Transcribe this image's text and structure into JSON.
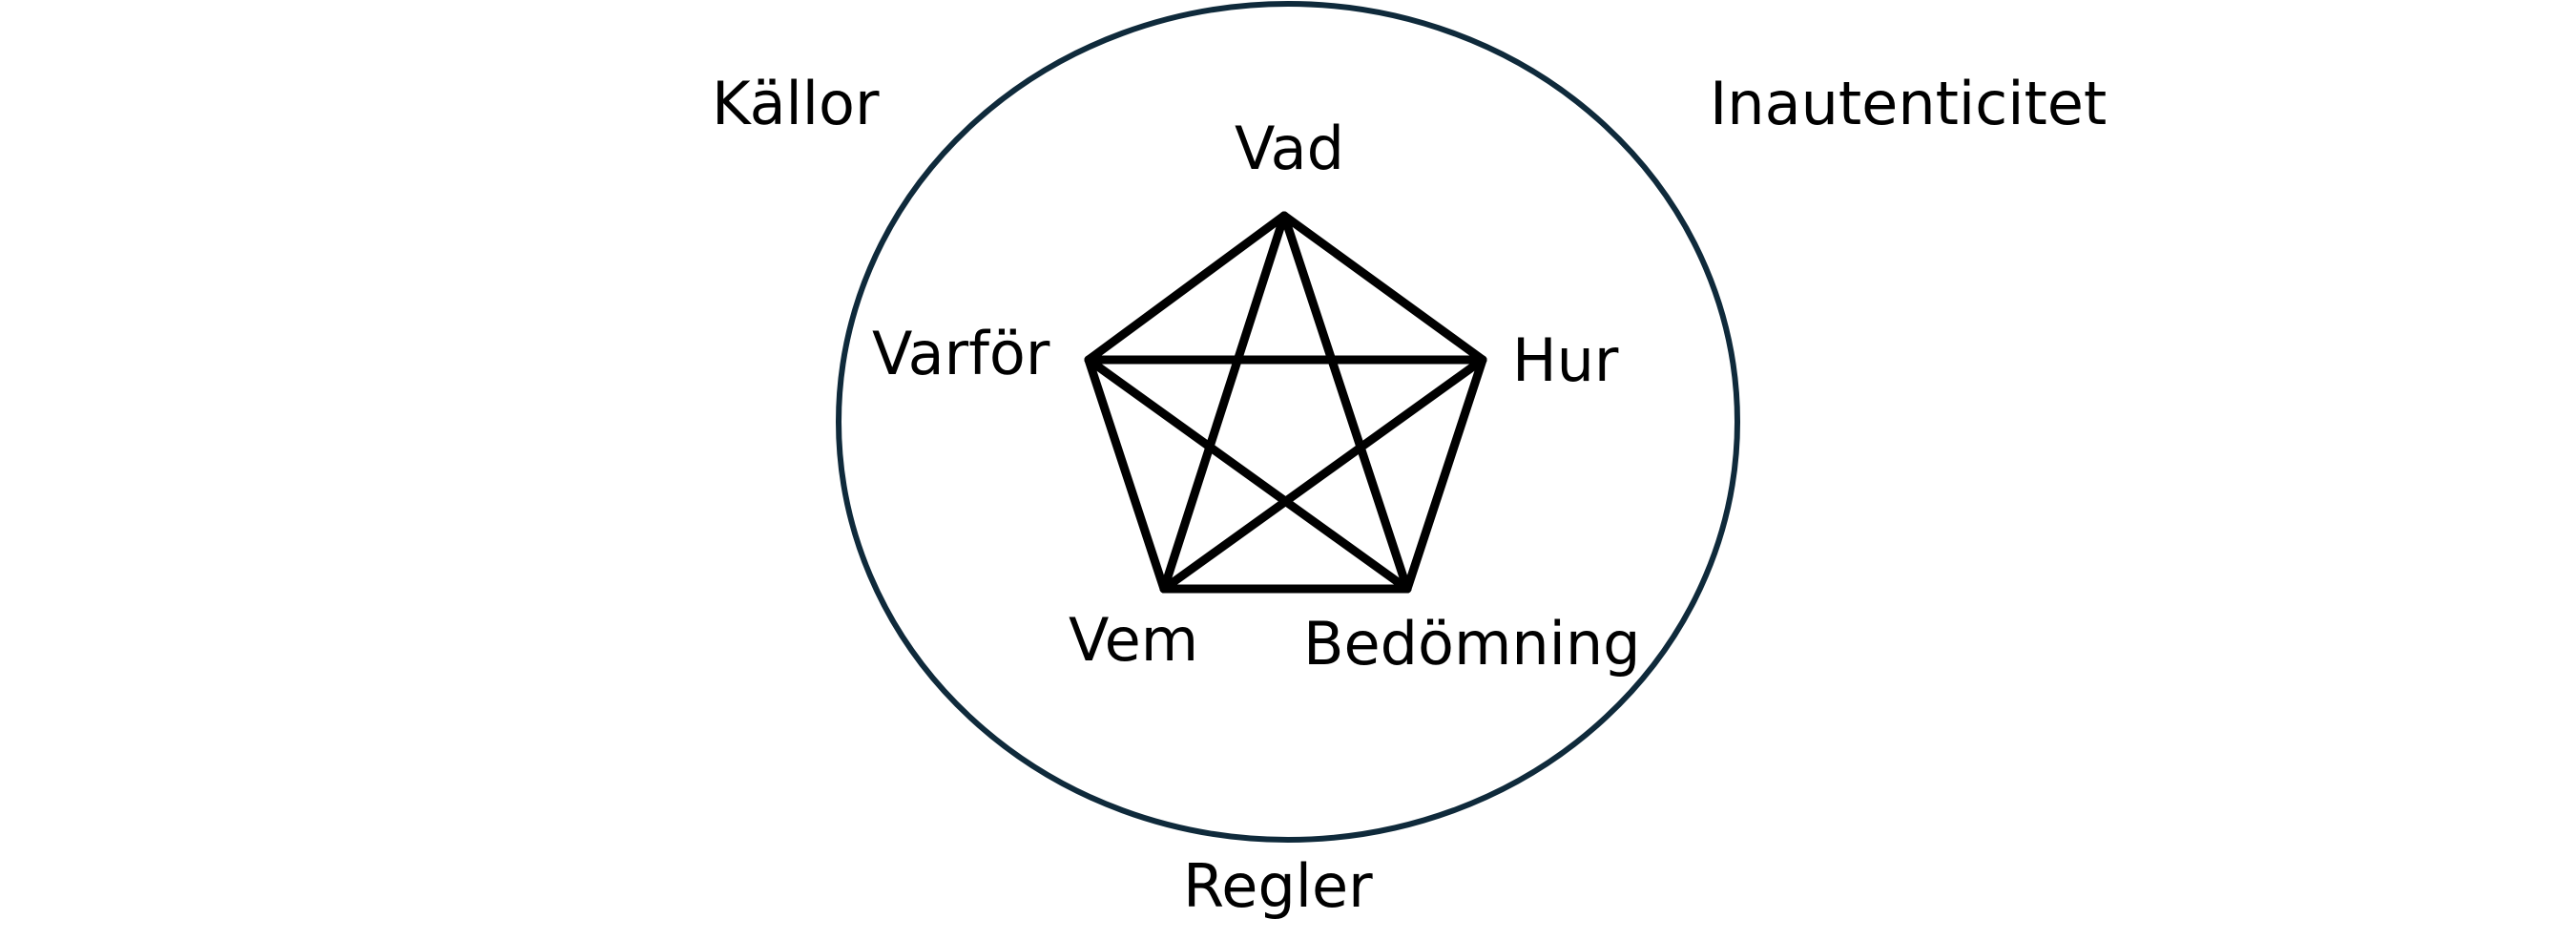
{
  "colors": {
    "background": "#ffffff",
    "ellipse_stroke": "#0f2a3b",
    "line": "#000000",
    "text": "#000000"
  },
  "outer_labels": {
    "top_left": "Källor",
    "top_right": "Inautenticitet",
    "bottom": "Regler"
  },
  "vertices": {
    "top": "Vad",
    "right": "Hur",
    "bottom_right": "Bedömning",
    "bottom_left": "Vem",
    "left": "Varför"
  }
}
